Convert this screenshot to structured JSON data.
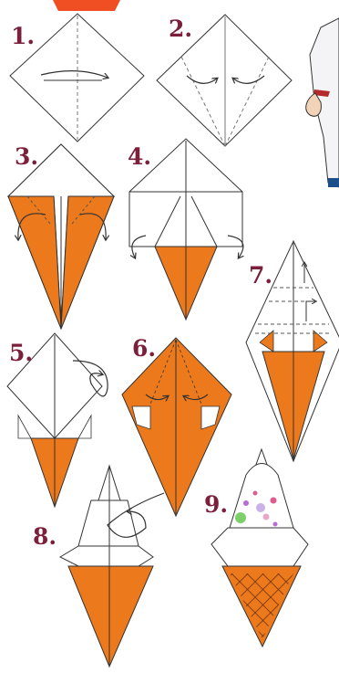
{
  "title_banner": {
    "color": "#f04e23"
  },
  "colors": {
    "paper_white": "#ffffff",
    "paper_orange": "#ec7a1c",
    "line": "#333333",
    "step_number": "#7b1f3a",
    "fold_line": "#555555",
    "waffle": "#6b2e0a"
  },
  "steps": [
    {
      "label": "1.",
      "icon": "square-sheet-fold-in-half"
    },
    {
      "label": "2.",
      "icon": "fold-sides-to-center"
    },
    {
      "label": "3.",
      "icon": "cone-fold-flaps-back"
    },
    {
      "label": "4.",
      "icon": "cone-with-side-flaps"
    },
    {
      "label": "5.",
      "icon": "turn-over-rhombus"
    },
    {
      "label": "6.",
      "icon": "fold-top-edges-to-center"
    },
    {
      "label": "7.",
      "icon": "pleat-top-tip"
    },
    {
      "label": "8.",
      "icon": "turn-over-cone"
    },
    {
      "label": "9.",
      "icon": "finished-ice-cream"
    }
  ],
  "side_figure": {
    "icon": "person-cartoon-icon"
  }
}
